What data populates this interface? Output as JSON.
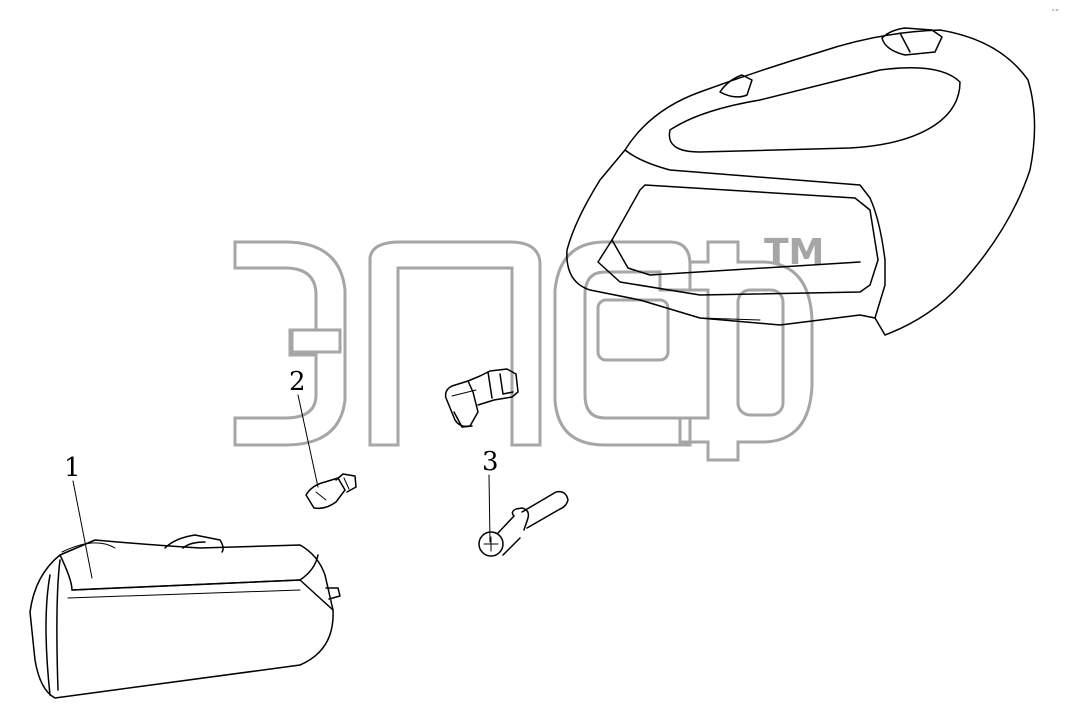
{
  "watermark": {
    "trademark": "TM"
  },
  "callouts": [
    {
      "id": "1",
      "label": "1"
    },
    {
      "id": "2",
      "label": "2"
    },
    {
      "id": "3",
      "label": "3"
    }
  ],
  "corner_mark": "″ ‴"
}
